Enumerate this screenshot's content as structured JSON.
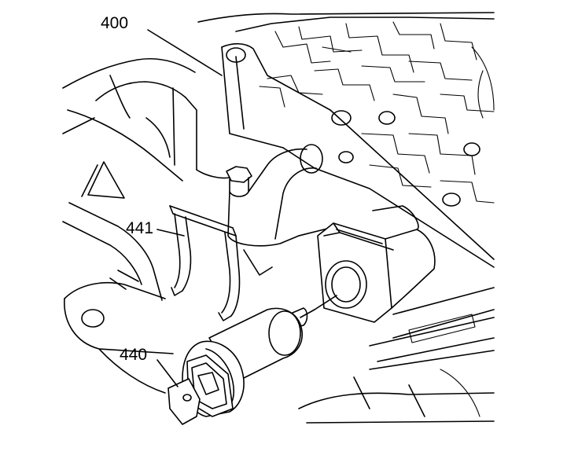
{
  "callouts": {
    "valve_body": "400",
    "retainer_clip": "441",
    "speed_sensor": "440"
  }
}
